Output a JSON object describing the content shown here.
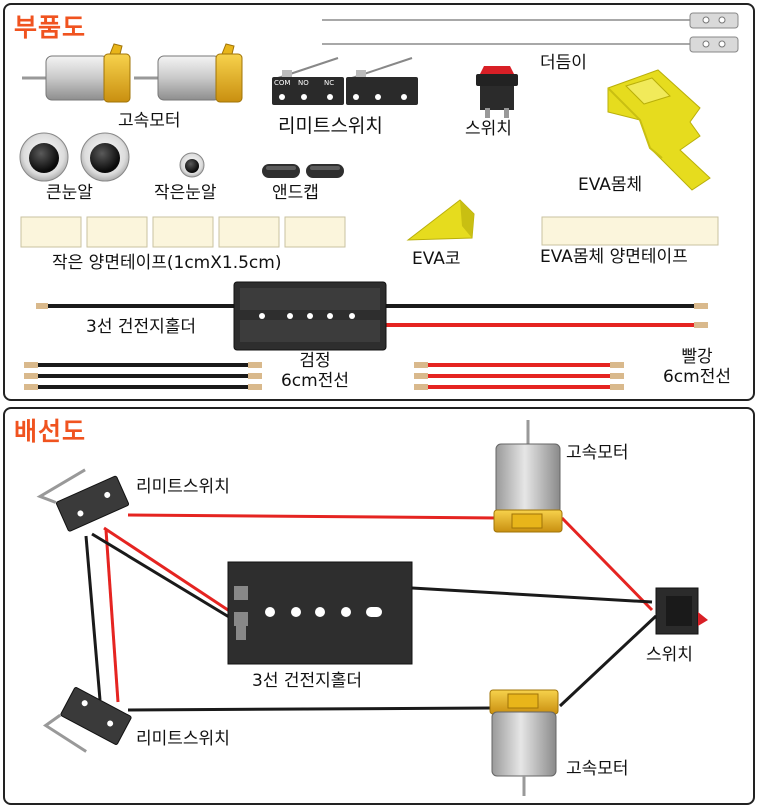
{
  "sections": {
    "parts": {
      "title": "부품도"
    },
    "wiring": {
      "title": "배선도"
    }
  },
  "parts": {
    "motor_label": "고속모터",
    "limit_switch_label": "리미트스위치",
    "limit_switch_pins": [
      "COM",
      "NO",
      "NC"
    ],
    "switch_label": "스위치",
    "antenna_label": "더듬이",
    "eva_body_label": "EVA몸체",
    "big_eye_label": "큰눈알",
    "small_eye_label": "작은눈알",
    "end_cap_label": "앤드캡",
    "small_tape_label": "작은 양면테이프(1cmX1.5cm)",
    "eva_nose_label": "EVA코",
    "eva_body_tape_label": "EVA몸체 양면테이프",
    "battery_holder_label": "3선 건전지홀더",
    "black_wire_label": [
      "검정",
      "6cm전선"
    ],
    "red_wire_label": [
      "빨강",
      "6cm전선"
    ]
  },
  "wiring": {
    "limit_switch_top_label": "리미트스위치",
    "limit_switch_bottom_label": "리미트스위치",
    "motor_top_label": "고속모터",
    "motor_bottom_label": "고속모터",
    "switch_label": "스위치",
    "battery_holder_label": "3선 건전지홀더"
  },
  "colors": {
    "title": "#f0531f",
    "motor_body": "#c8c8c8",
    "motor_cap": "#e8b51a",
    "eva_yellow": "#e6dc1e",
    "tape": "#fbf5dc",
    "wire_red": "#e52421",
    "wire_black": "#1a1a1a",
    "switch_red": "#d81f26"
  }
}
